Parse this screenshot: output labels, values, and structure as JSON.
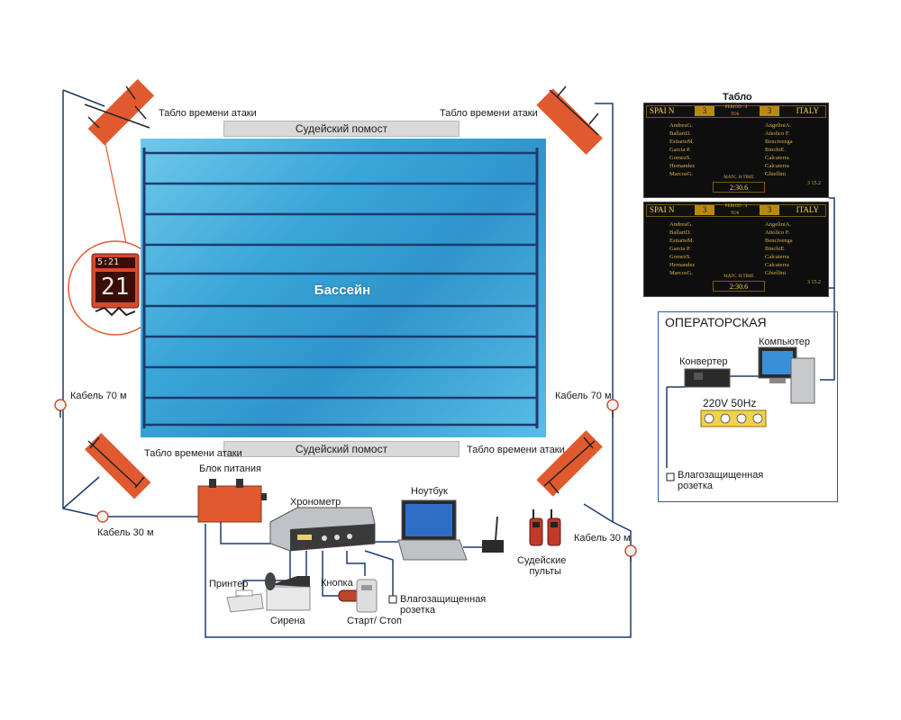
{
  "pool": {
    "title": "Бассейн"
  },
  "platform_top": "Судейский помост",
  "platform_bottom": "Судейский помост",
  "attack_board_tl": "Табло времени атаки",
  "attack_board_tr": "Табло времени атаки",
  "attack_board_bl": "Табло времени атаки",
  "attack_board_br": "Табло времени атаки",
  "shot_clock_zoom": {
    "top": "5:21",
    "big": "21"
  },
  "cable_70_left": "Кабель 70 м",
  "cable_70_right": "Кабель 70 м",
  "cable_30_left": "Кабель 30 м",
  "cable_30_right": "Кабель 30 м",
  "power_unit": "Блок питания",
  "chronometer": "Хронометр",
  "laptop": "Ноутбук",
  "referee_remotes": [
    "Судейские",
    "пульты"
  ],
  "printer": "Принтер",
  "siren": "Сирена",
  "button": "Кнопка",
  "start_stop": "Старт/ Стоп",
  "waterproof_socket_1": [
    "Влагозащищенная",
    "розетка"
  ],
  "scoreboard": {
    "title": "Табло",
    "team_left": "SPAI N",
    "team_right": "ITALY",
    "score_left": "3",
    "score_right": "3",
    "period": "PERIOD : 4",
    "tos": "TOS",
    "players_left": [
      "AndreuG.",
      "BallariD.",
      "EstiarteM.",
      "Garcia   P.",
      "GomezS.",
      "Hernandez",
      "MarcosG."
    ],
    "players_right": [
      "AngeliniA.",
      "Attolico F.",
      "Bencivenga",
      "BinchiE.",
      "Calcaterra",
      "Calcaterra",
      "Ghiellini"
    ],
    "match_time_label": "MATC. H TIME",
    "match_time": "2:30.6",
    "aux": "3     15.2"
  },
  "operator_room": {
    "title": "ОПЕРАТОРСКАЯ",
    "computer": "Компьютер",
    "converter": "Конвертер",
    "power_spec": "220V  50Hz",
    "waterproof_socket": [
      "Влагозащищенная",
      "розетка"
    ]
  },
  "colors": {
    "accent_orange": "#e15a2f",
    "cable_blue": "#1c3b6e",
    "pool_blue": "#3aa6d8"
  }
}
